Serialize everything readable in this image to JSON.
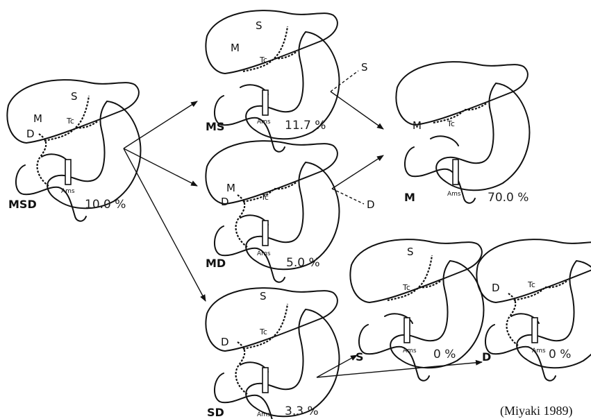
{
  "panels": [
    {
      "id": "MSD",
      "code": "MSD",
      "pct": "10.0 %",
      "vessels": [
        "M",
        "S",
        "D"
      ]
    },
    {
      "id": "MS",
      "code": "MS",
      "pct": "11.7 %",
      "vessels": [
        "M",
        "S"
      ]
    },
    {
      "id": "MD",
      "code": "MD",
      "pct": "5.0 %",
      "vessels": [
        "M",
        "D"
      ]
    },
    {
      "id": "SD",
      "code": "SD",
      "pct": "3.3 %",
      "vessels": [
        "S",
        "D"
      ]
    },
    {
      "id": "M",
      "code": "M",
      "pct": "70.0 %",
      "vessels": [
        "M"
      ]
    },
    {
      "id": "S",
      "code": "S",
      "pct": "0 %",
      "vessels": [
        "S"
      ]
    },
    {
      "id": "D",
      "code": "D",
      "pct": "0 %",
      "vessels": [
        "D"
      ]
    }
  ],
  "labels": {
    "tc": "Tc",
    "ams": "Ams",
    "m": "M",
    "s": "S",
    "d": "D"
  },
  "branch_labels": {
    "s": "S",
    "d": "D"
  },
  "source": "(Miyaki 1989)"
}
